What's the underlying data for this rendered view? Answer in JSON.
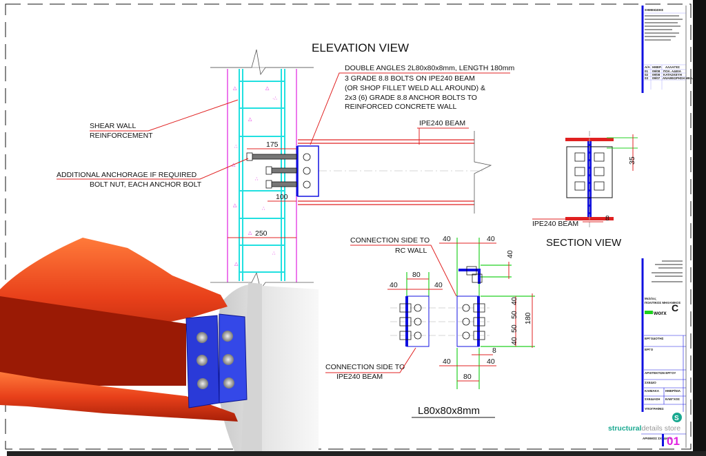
{
  "elevation": {
    "title": "ELEVATION VIEW",
    "note_lines": [
      "DOUBLE ANGLES 2L80x80x8mm, LENGTH 180mm",
      "3 GRADE 8.8 BOLTS ON IPE240 BEAM",
      "(OR SHOP FILLET WELD ALL AROUND) &",
      "2x3 (6) GRADE 8.8 ANCHOR BOLTS TO",
      "REINFORCED CONCRETE WALL"
    ],
    "shear_wall_lines": [
      "SHEAR WALL",
      "REINFORCEMENT"
    ],
    "anchorage_lines": [
      "ADDITIONAL ANCHORAGE IF REQUIRED",
      "BOLT NUT, EACH ANCHOR BOLT"
    ],
    "beam_label": "IPE240 BEAM",
    "dims": {
      "anchor_long": "175",
      "anchor_short": "100",
      "wall": "250"
    }
  },
  "section": {
    "title": "SECTION VIEW",
    "beam_label": "IPE240 BEAM",
    "dims": {
      "top": "35",
      "bottom": "8"
    }
  },
  "angle_detail": {
    "title": "L80x80x8mm",
    "label_rc_lines": [
      "CONNECTION SIDE TO",
      "RC WALL"
    ],
    "label_beam_lines": [
      "CONNECTION SIDE TO",
      "IPE240 BEAM"
    ],
    "dims": {
      "d40": "40",
      "d80": "80",
      "d50": "50",
      "d180": "180",
      "d8": "8"
    }
  },
  "title_block": {
    "notes_header": "ΣΗΜΕΙΩΣΕΙΣ",
    "rev_headers": [
      "Α/Α",
      "ΗΜΕΡ.",
      "ΑΛΛΑΓΕΣ"
    ],
    "rev_rows": [
      [
        "01",
        "09/08",
        "ΠΟΛ. ΑΔΕΙΑ"
      ],
      [
        "02",
        "09/08",
        "ΚΑΤΑΣΚΕΥΗ"
      ],
      [
        "03",
        "09/07",
        "ΑΝΑΘΕΩΡΗΣΗ ΜΕΛ."
      ]
    ],
    "designer_header": "Μελέτες",
    "designer_role": "ΠΟΛΙΤΙΚΟΣ ΜΗΧΑΝΙΚΟΣ",
    "logo_text": "worx",
    "fields": [
      "ΕΡΓΟΔΟΤΗΣ",
      "ΕΡΓΟ",
      "ΑΡΧΙΤΕΚΤΩΝ ΕΡΓΟΥ",
      "ΣΧΕΔΙΟ",
      "ΚΛΙΜΑΚΑ",
      "ΗΜΕΡ/ΝΙΑ",
      "ΣΧΕΔΙΑΣΗ",
      "ΕΛΕΓΧΟΣ",
      "ΥΠΟΓΡΑΦΕΣ"
    ],
    "brand_bold": "structural",
    "brand_rest": "details store",
    "drawing_no_label": "ΑΡΙΘΜΟΣ ΣΧΕΔΙΟΥ",
    "drawing_no": "01"
  },
  "colors": {
    "red": "#e02020",
    "blue": "#1010e0",
    "cyan": "#20e0e0",
    "magenta": "#e020e0",
    "green": "#20d020"
  }
}
